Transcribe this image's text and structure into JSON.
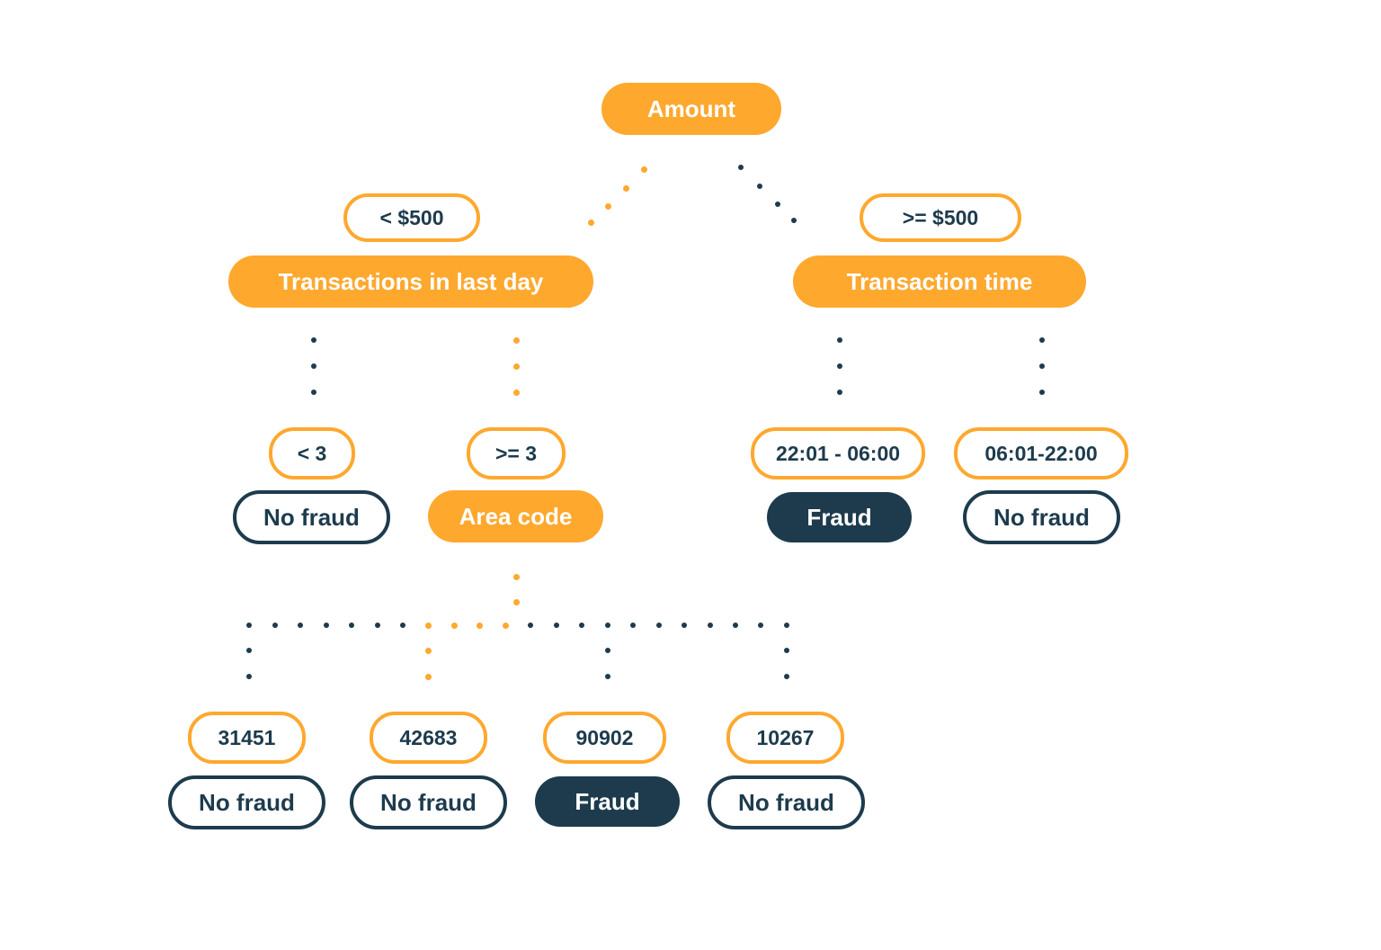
{
  "colors": {
    "accent": "#ffa82e",
    "dark": "#1d3b4d",
    "background": "#ffffff"
  },
  "root": {
    "label": "Amount"
  },
  "branches": {
    "left": {
      "edge_label": "< $500",
      "node": "Transactions in last day",
      "children": {
        "left": {
          "edge_label": "< 3",
          "leaf": "No fraud"
        },
        "right": {
          "edge_label": ">= 3",
          "node": "Area code",
          "children": [
            {
              "edge_label": "31451",
              "leaf": "No fraud"
            },
            {
              "edge_label": "42683",
              "leaf": "No fraud"
            },
            {
              "edge_label": "90902",
              "leaf": "Fraud"
            },
            {
              "edge_label": "10267",
              "leaf": "No fraud"
            }
          ]
        }
      }
    },
    "right": {
      "edge_label": ">= $500",
      "node": "Transaction time",
      "children": {
        "left": {
          "edge_label": "22:01 - 06:00",
          "leaf": "Fraud"
        },
        "right": {
          "edge_label": "06:01-22:00",
          "leaf": "No fraud"
        }
      }
    }
  }
}
